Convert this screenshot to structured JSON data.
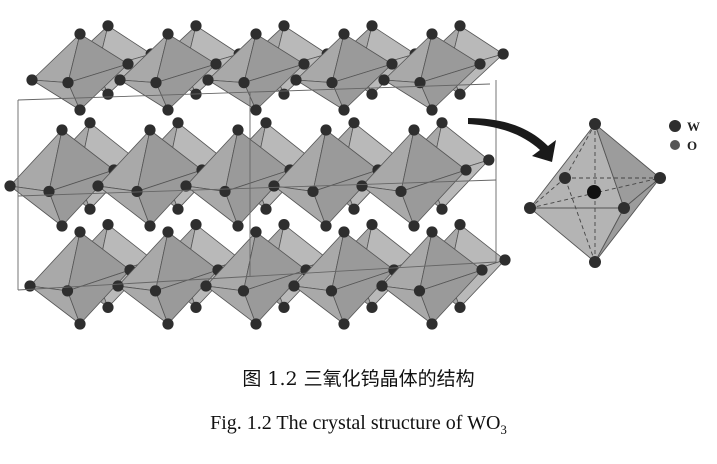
{
  "figure": {
    "caption_cn": "图 1.2 三氧化钨晶体的结构",
    "caption_en_main": "Fig. 1.2 The crystal structure of WO",
    "caption_en_sub": "3",
    "legend": [
      {
        "symbol": "W",
        "label": "W"
      },
      {
        "symbol": "O",
        "label": "O"
      }
    ]
  },
  "colors": {
    "octahedron_fill": "#a9a9a9",
    "atom": "#2e2e2e",
    "edge": "#555555",
    "arrow": "#1a1a1a"
  }
}
